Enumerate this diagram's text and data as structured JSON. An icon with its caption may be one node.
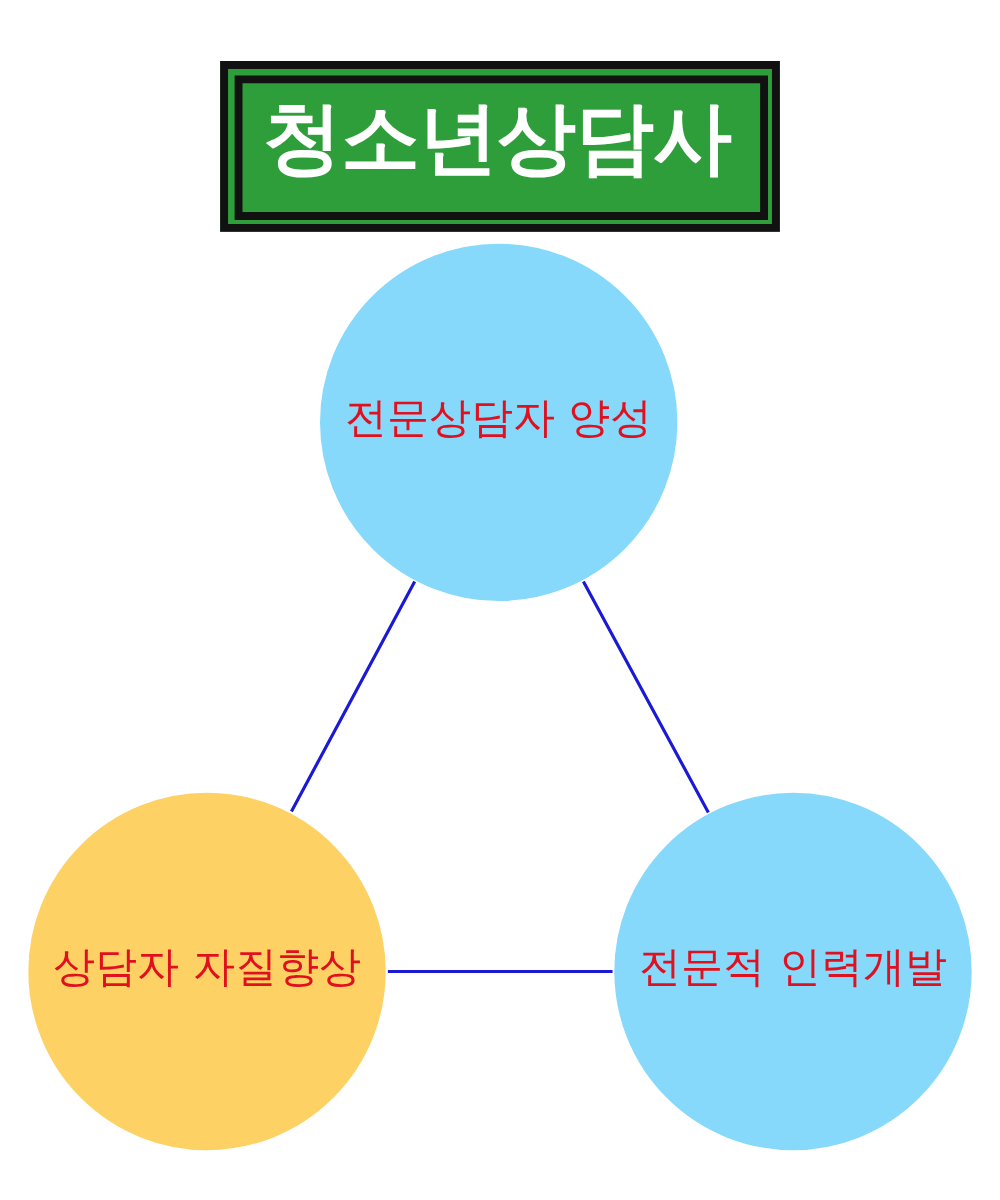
{
  "diagram": {
    "title": "청소년상담사",
    "nodes": [
      {
        "text": [
          "전문상담자 양성"
        ]
      },
      {
        "text": [
          "상담자 자질향상"
        ]
      },
      {
        "text": [
          "전문적 인력개발"
        ]
      }
    ],
    "edges": [
      {
        "from": 0,
        "to": 1,
        "arrow": "none"
      },
      {
        "from": 0,
        "to": 2,
        "arrow": "none"
      },
      {
        "from": 1,
        "to": 2,
        "arrow": "none"
      }
    ]
  }
}
